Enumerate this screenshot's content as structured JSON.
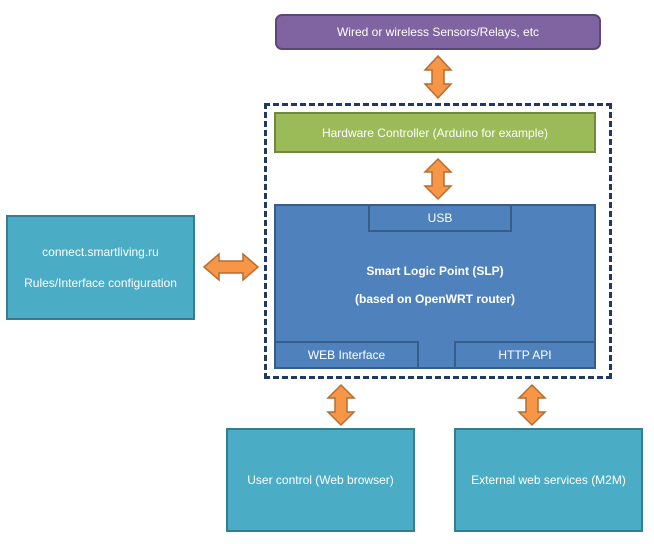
{
  "diagram": {
    "sensors": "Wired or wireless Sensors/Relays, etc",
    "hardware_controller": "Hardware Controller (Arduino  for example)",
    "slp": {
      "usb": "USB",
      "title": "Smart Logic Point (SLP)",
      "subtitle": "(based on OpenWRT router)",
      "web_interface": "WEB Interface",
      "http_api": "HTTP API"
    },
    "connect": {
      "line1": "connect.smartliving.ru",
      "line2": "Rules/Interface configuration"
    },
    "user_control": "User control (Web browser)",
    "external_services": "External web services (M2M)"
  },
  "colors": {
    "sensors": "#8064a2",
    "hardware": "#9bbb59",
    "slp": "#4f81bd",
    "teal": "#4bacc6",
    "arrow": "#f79646",
    "dashed_border": "#1f3864"
  }
}
